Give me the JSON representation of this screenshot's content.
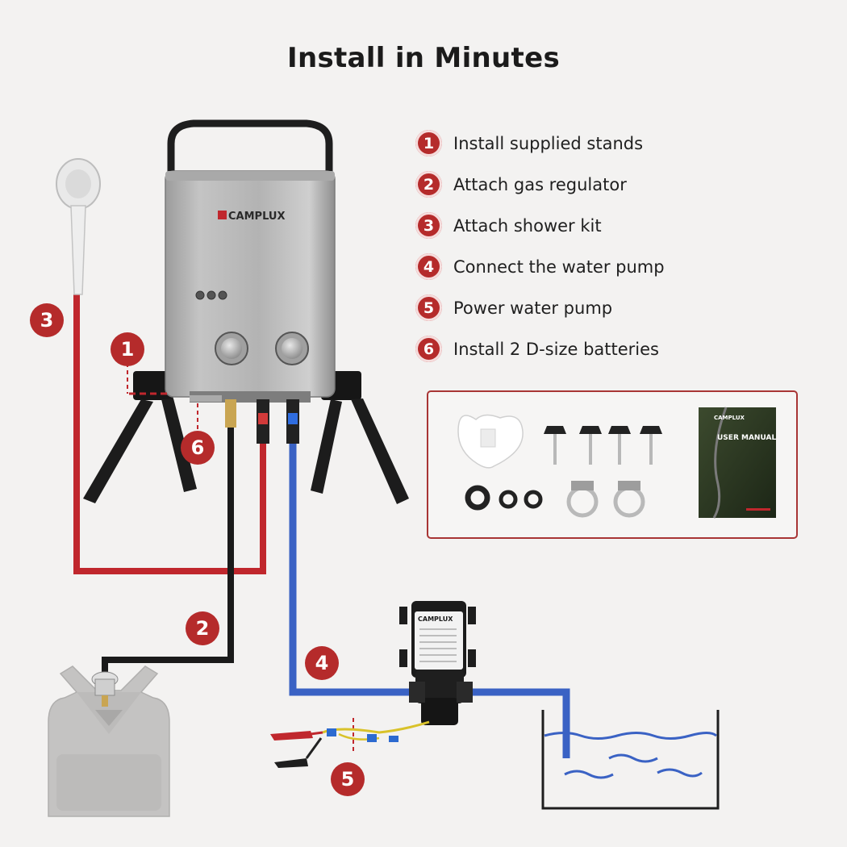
{
  "title": "Install in Minutes",
  "steps": [
    {
      "number": "1",
      "label": "Install supplied stands"
    },
    {
      "number": "2",
      "label": "Attach gas regulator"
    },
    {
      "number": "3",
      "label": "Attach shower kit"
    },
    {
      "number": "4",
      "label": "Connect the water pump"
    },
    {
      "number": "5",
      "label": "Power water pump"
    },
    {
      "number": "6",
      "label": "Install 2 D-size batteries"
    }
  ],
  "callouts": {
    "c1": "1",
    "c2": "2",
    "c3": "3",
    "c4": "4",
    "c5": "5",
    "c6": "6"
  },
  "heater": {
    "brand": "CAMPLUX"
  },
  "pump": {
    "brand": "CAMPLUX"
  },
  "kit": {
    "manual_title": "USER MANUAL",
    "manual_brand": "CAMPLUX"
  },
  "colors": {
    "accent": "#b52b2b",
    "hot_hose": "#c0272d",
    "gas_hose": "#1a1a1a",
    "water_hose": "#3a62c4",
    "background": "#f3f2f1"
  }
}
